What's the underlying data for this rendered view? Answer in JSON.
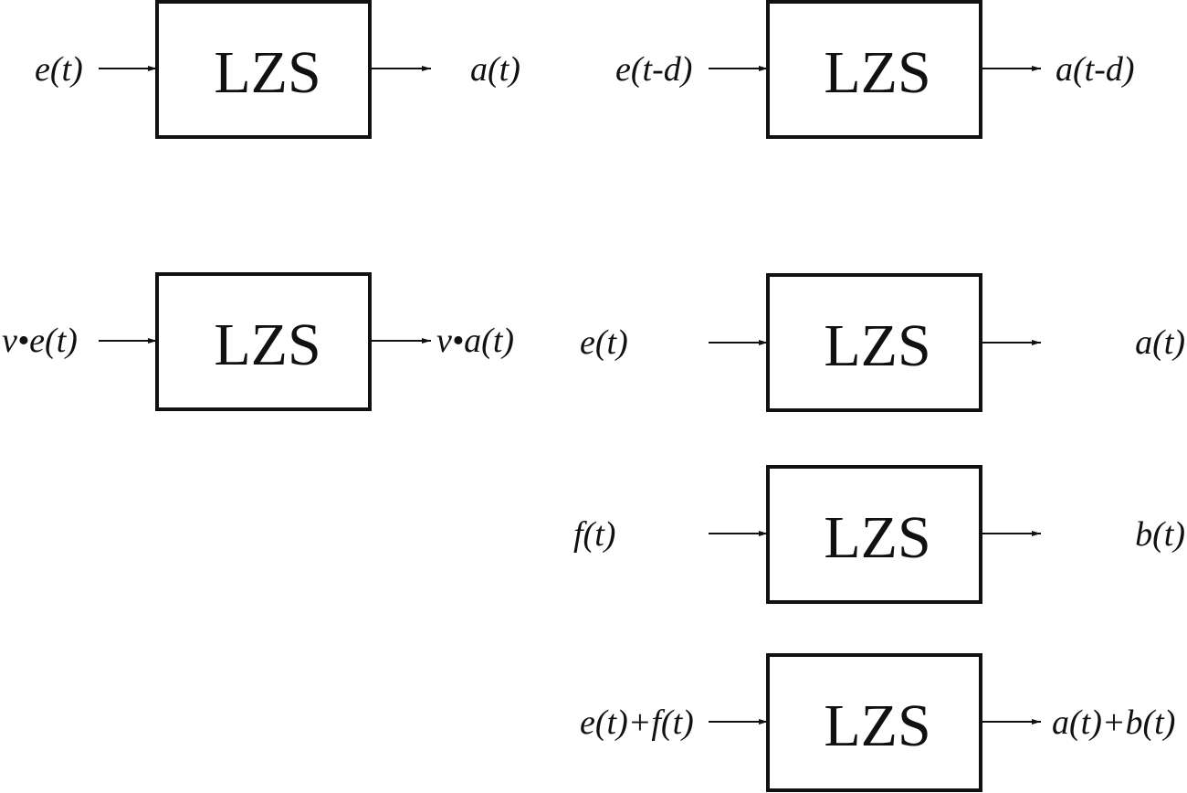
{
  "diagram": {
    "block_label": "LZS",
    "blocks": [
      {
        "id": "homogeneity-base",
        "input": "e(t)",
        "output": "a(t)"
      },
      {
        "id": "time-shift",
        "input": "e(t-d)",
        "output": "a(t-d)"
      },
      {
        "id": "homogeneity-scaled",
        "input": "v•e(t)",
        "output": "v•a(t)"
      },
      {
        "id": "superposition-e",
        "input": "e(t)",
        "output": "a(t)"
      },
      {
        "id": "superposition-f",
        "input": "f(t)",
        "output": "b(t)"
      },
      {
        "id": "superposition-sum",
        "input": "e(t)+f(t)",
        "output": "a(t)+b(t)"
      }
    ]
  }
}
